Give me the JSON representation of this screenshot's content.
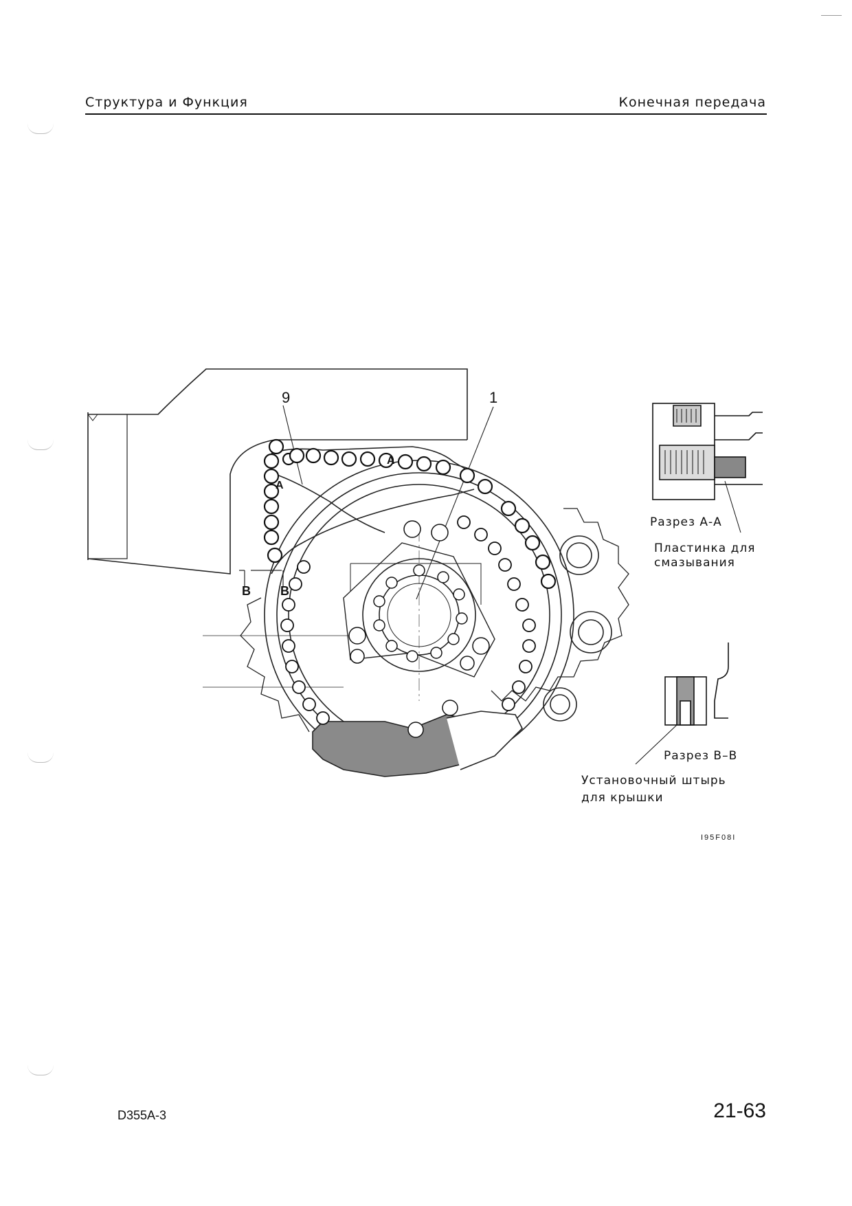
{
  "header": {
    "left": "Структура и Функция",
    "right": "Конечная передача"
  },
  "figure": {
    "callouts": {
      "part_9": "9",
      "part_1": "1"
    },
    "section_marks": {
      "a1": "A",
      "a2": "A",
      "b1": "B",
      "b2": "B"
    },
    "section_aa_label": "Разрез А-А",
    "lube_plate_label": [
      "Пластинка для",
      "смазывания"
    ],
    "section_bb_label": "Разрез В–В",
    "cover_pin_label": [
      "Установочный штырь",
      "для крышки"
    ],
    "figure_code": "I95F08I"
  },
  "footer": {
    "model": "D355A-3",
    "page": "21-63"
  }
}
